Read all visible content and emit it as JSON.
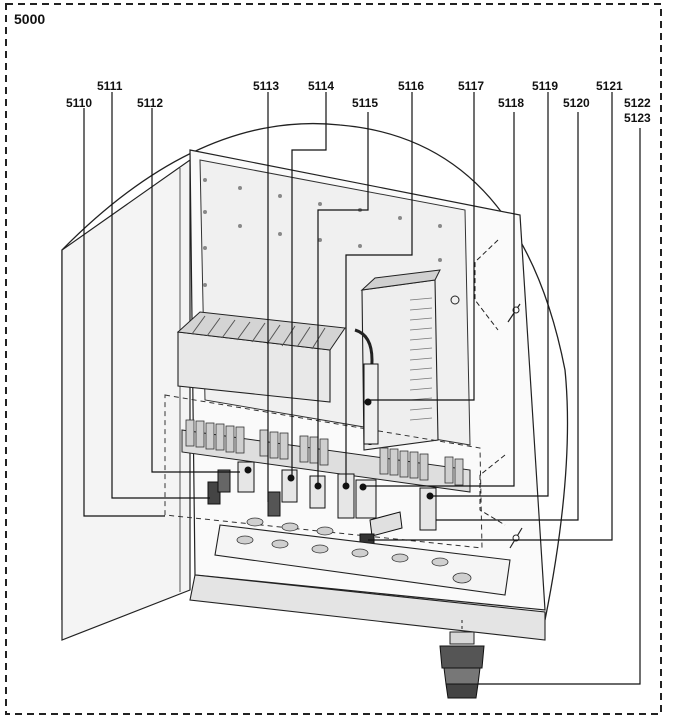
{
  "diagram": {
    "title": "5000",
    "callouts": [
      "5110",
      "5111",
      "5112",
      "5113",
      "5114",
      "5115",
      "5116",
      "5117",
      "5118",
      "5119",
      "5120",
      "5121",
      "5122",
      "5123"
    ]
  },
  "colors": {
    "line": "#222222",
    "panel": "#f2f2f2",
    "shade": "#d9d9d9",
    "dark": "#555555"
  }
}
